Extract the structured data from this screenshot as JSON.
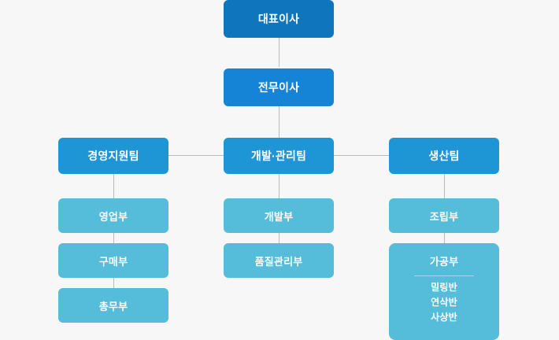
{
  "chart_data": {
    "type": "diagram",
    "diagram_kind": "organization-chart",
    "title": "",
    "colors": {
      "background": "#f7f7f7",
      "ceo": "#0f75bc",
      "executive": "#1583d6",
      "team": "#1e96d6",
      "department": "#55bcd9",
      "connector": "#b9bcbe",
      "text": "#ffffff",
      "divider": "#9fd8e6"
    },
    "nodes": {
      "ceo": {
        "label": "대표이사"
      },
      "executive": {
        "label": "전무이사"
      },
      "teams": [
        {
          "label": "경영지원팀"
        },
        {
          "label": "개발·관리팀"
        },
        {
          "label": "생산팀"
        }
      ],
      "departments": {
        "management_support": [
          {
            "label": "영업부"
          },
          {
            "label": "구매부"
          },
          {
            "label": "총무부"
          }
        ],
        "development_management": [
          {
            "label": "개발부"
          },
          {
            "label": "품질관리부"
          }
        ],
        "production": [
          {
            "label": "조립부"
          }
        ]
      },
      "processing_department": {
        "label": "가공부",
        "sub_items": [
          "밀링반",
          "연삭반",
          "사상반"
        ]
      }
    }
  }
}
